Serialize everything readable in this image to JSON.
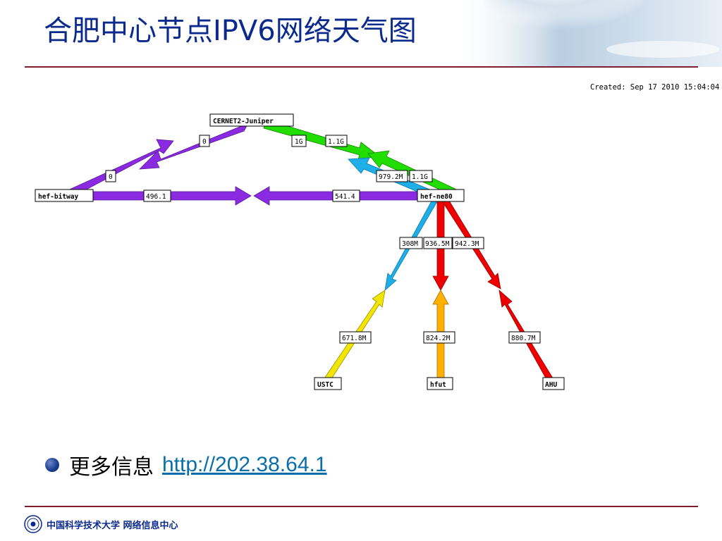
{
  "page": {
    "title": "合肥中心节点IPV6网络天气图",
    "created": "Created: Sep 17 2010 15:04:04"
  },
  "nodes": {
    "cernet2": "CERNET2-Juniper",
    "hef_bitway": "hef-bitway",
    "hef_ne80": "hef-ne80",
    "ustc": "USTC",
    "hfut": "hfut",
    "ahu": "AHU"
  },
  "links": {
    "bitway_to_cernet": "0",
    "cernet_to_bitway": "0",
    "cernet_to_ne80": "1G",
    "ne80_to_cernet": "1.1G",
    "ne80_in_from_cernet": "979.2M",
    "ne80_out_to_cernet": "1.1G",
    "bitway_to_ne80": "496.1",
    "ne80_to_bitway": "541.4",
    "ne80_to_ustc": "308M",
    "ne80_to_hfut": "936.5M",
    "ne80_to_ahu": "942.3M",
    "ustc_to_ne80": "671.8M",
    "hfut_to_ne80": "824.2M",
    "ahu_to_ne80": "880.7M"
  },
  "colors": {
    "purple": "#8a2be2",
    "green": "#22dd00",
    "blue": "#1eaee8",
    "red": "#ee0000",
    "yellow": "#f2e600",
    "orange": "#ffb000",
    "title": "#0b2a8c",
    "rule": "#7d1f2e",
    "link": "#0a6fa8"
  },
  "bullet": {
    "text": "更多信息",
    "link": "http://202.38.64.1"
  },
  "footer": {
    "org": "中国科学技术大学 网络信息中心"
  }
}
